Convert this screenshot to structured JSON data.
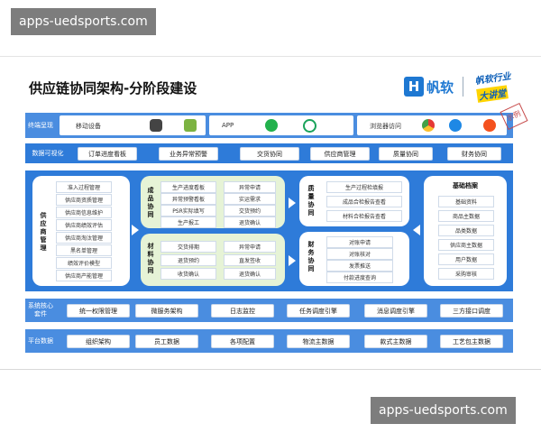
{
  "watermark_top": "apps-uedsports.com",
  "watermark_bottom": "apps-uedsports.com",
  "slide": {
    "title": "供应链协同架构-分阶段建设",
    "logo_mark": "H",
    "logo_text": "帆软",
    "badge_line1": "帆软行业",
    "badge_line2": "大讲堂",
    "stamp": "示例"
  },
  "terminal": {
    "label": "终端呈现",
    "mobile": "移动设备",
    "app": "APP",
    "browser": "浏览器访问"
  },
  "dataviz": {
    "label": "数据可视化",
    "items": [
      "订单进度看板",
      "业务异常预警",
      "交货协同",
      "供应商管理",
      "质量协同",
      "财务协同"
    ]
  },
  "main": {
    "supplier_label": "供应商管理",
    "supplier_items": [
      "准入过程管理",
      "供应商资质管理",
      "供应商信息维护",
      "供应商绩效评估",
      "供应商淘汰管理",
      "黑名单管理",
      "绩效评价模型",
      "供应商产能管理"
    ],
    "finished_label": "成品协同",
    "finished_items": [
      "生产进度看板",
      "异常申请",
      "异常预警看板",
      "实运需求",
      "PSR实际填写",
      "交货预约",
      "生产报工",
      "退货确认"
    ],
    "material_label": "材料协同",
    "material_items": [
      "交货排期",
      "异常申请",
      "退货预约",
      "直发签收",
      "收货确认",
      "退货确认"
    ],
    "quality_label": "质量协同",
    "quality_items": [
      "生产过程检填报",
      "成品合检报告查看",
      "材料合检报告查看"
    ],
    "finance_label": "财务协同",
    "finance_items": [
      "对账申请",
      "对账核对",
      "发票推送",
      "付款进度查询"
    ],
    "archive_title": "基础档案",
    "archive_items": [
      "基础资料",
      "商品主数据",
      "品类数据",
      "供应商主数据",
      "用户数据",
      "采购审核"
    ]
  },
  "core": {
    "label": "系统核心套件",
    "items": [
      "统一权限管理",
      "微服务架构",
      "日志监控",
      "任务调度引擎",
      "消息调度引擎",
      "三方接口调度"
    ]
  },
  "platform": {
    "label": "平台数据",
    "items": [
      "组织架构",
      "员工数据",
      "各项配置",
      "物流主数据",
      "款式主数据",
      "工艺包主数据"
    ]
  }
}
